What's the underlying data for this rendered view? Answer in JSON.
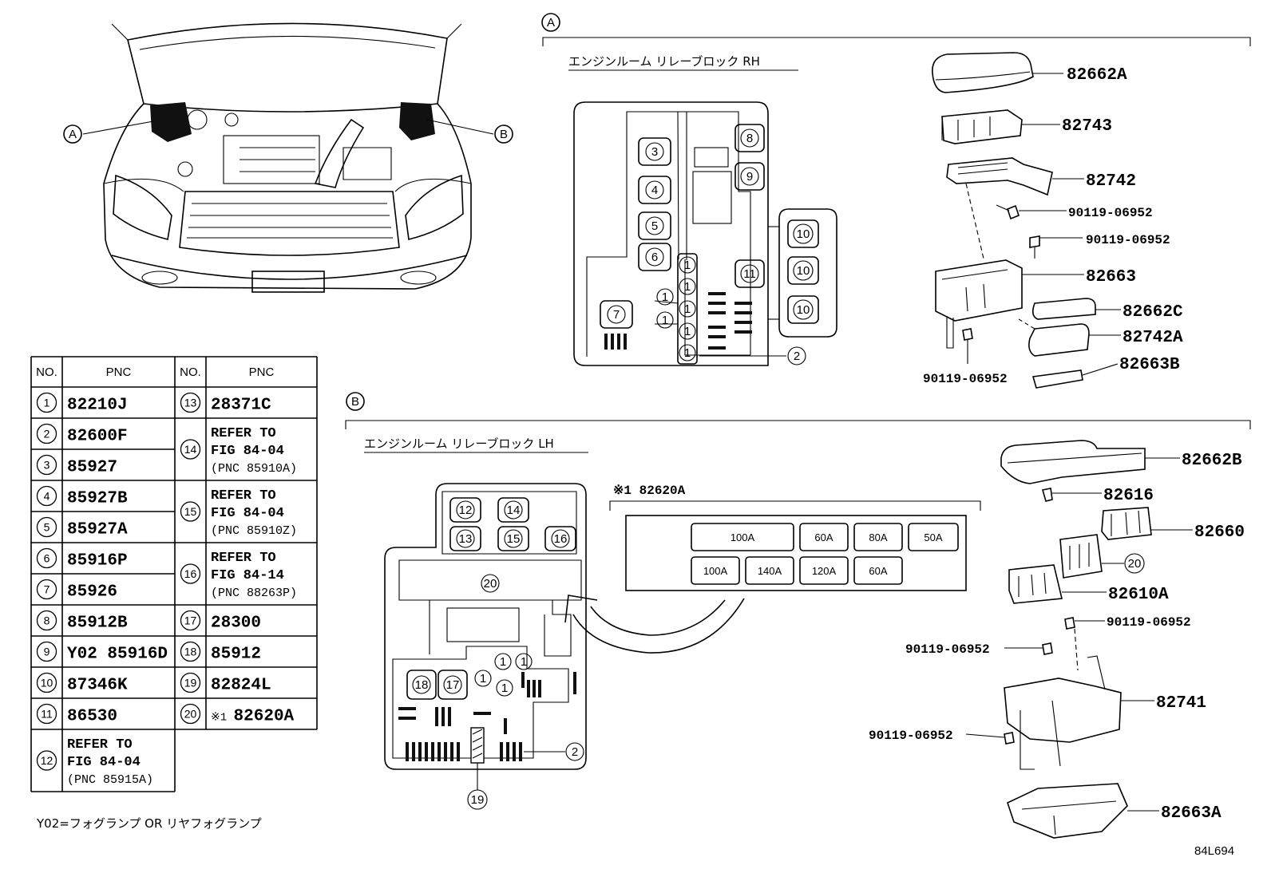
{
  "section_a": {
    "label": "A",
    "title": "エンジンルーム リレーブロック RH",
    "parts": [
      "82662A",
      "82743",
      "82742",
      "90119-06952",
      "90119-06952",
      "82663",
      "82662C",
      "82742A",
      "90119-06952",
      "82663B"
    ],
    "block_numbers": [
      "3",
      "4",
      "5",
      "6",
      "7",
      "8",
      "9",
      "11",
      "10",
      "10",
      "10",
      "1",
      "1",
      "1",
      "1",
      "1",
      "1",
      "1",
      "2"
    ]
  },
  "section_b": {
    "label": "B",
    "title": "エンジンルーム リレーブロック LH",
    "parts": [
      "82662B",
      "82616",
      "82660",
      "20",
      "82610A",
      "90119-06952",
      "90119-06952",
      "82741",
      "90119-06952",
      "82663A"
    ],
    "block_numbers": [
      "12",
      "14",
      "13",
      "15",
      "16",
      "20",
      "18",
      "17",
      "1",
      "1",
      "1",
      "1",
      "2",
      "19"
    ],
    "fuse_block": {
      "title": "※1 82620A",
      "fuses_row1": [
        "100A",
        "60A",
        "80A",
        "50A"
      ],
      "fuses_row2": [
        "100A",
        "140A",
        "120A",
        "60A"
      ]
    }
  },
  "callouts": {
    "a": "A",
    "b": "B"
  },
  "table": {
    "headers": [
      "NO.",
      "PNC",
      "NO.",
      "PNC"
    ],
    "left": [
      {
        "no": "1",
        "pnc": "82210J"
      },
      {
        "no": "2",
        "pnc": "82600F"
      },
      {
        "no": "3",
        "pnc": "85927"
      },
      {
        "no": "4",
        "pnc": "85927B"
      },
      {
        "no": "5",
        "pnc": "85927A"
      },
      {
        "no": "6",
        "pnc": "85916P"
      },
      {
        "no": "7",
        "pnc": "85926"
      },
      {
        "no": "8",
        "pnc": "85912B"
      },
      {
        "no": "9",
        "pnc": "Y02 85916D"
      },
      {
        "no": "10",
        "pnc": "87346K"
      },
      {
        "no": "11",
        "pnc": "86530"
      },
      {
        "no": "12",
        "lines": [
          "REFER TO",
          "FIG 84-04",
          "(PNC 85915A)"
        ]
      }
    ],
    "right": [
      {
        "no": "13",
        "pnc": "28371C"
      },
      {
        "no": "14",
        "lines": [
          "REFER TO",
          "FIG 84-04",
          "(PNC 85910A)"
        ]
      },
      {
        "no": "15",
        "lines": [
          "REFER TO",
          "FIG 84-04",
          "(PNC 85910Z)"
        ]
      },
      {
        "no": "16",
        "lines": [
          "REFER TO",
          "FIG 84-14",
          "(PNC 88263P)"
        ]
      },
      {
        "no": "17",
        "pnc": "28300"
      },
      {
        "no": "18",
        "pnc": "85912"
      },
      {
        "no": "19",
        "pnc": "82824L"
      },
      {
        "no": "20",
        "pnc_mark": "※1",
        "pnc": "82620A"
      }
    ]
  },
  "footnote": "Y02=フォグランプ OR リヤフォグランプ",
  "figure_code": "84L694"
}
